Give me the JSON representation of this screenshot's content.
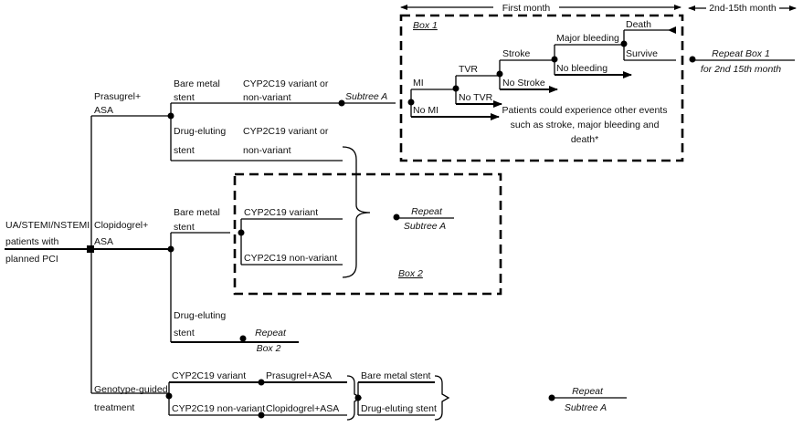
{
  "timeline": {
    "first_month": "First month",
    "later_months": "2nd-15th month"
  },
  "root": {
    "lines": [
      "UA/STEMI/NSTEMI",
      "patients with",
      "planned PCI"
    ]
  },
  "prasugrel": {
    "label": [
      "Prasugrel+",
      "ASA"
    ],
    "bare_metal": [
      "Bare metal",
      "stent"
    ],
    "bare_metal_genotype": [
      "CYP2C19 variant or",
      "non-variant"
    ],
    "subtree": "Subtree A",
    "drug_eluting": [
      "Drug-eluting",
      "stent"
    ],
    "drug_eluting_genotype": [
      "CYP2C19 variant or",
      "non-variant"
    ]
  },
  "clopidogrel": {
    "label": [
      "Clopidogrel+",
      "ASA"
    ],
    "bare_metal": [
      "Bare metal",
      "stent"
    ],
    "variant": "CYP2C19 variant",
    "non_variant": "CYP2C19 non-variant",
    "repeat": [
      "Repeat",
      "Subtree A"
    ],
    "box_label": "Box 2",
    "drug_eluting": [
      "Drug-eluting",
      "stent"
    ],
    "drug_eluting_repeat": [
      "Repeat",
      "Box 2"
    ]
  },
  "genotype": {
    "label": [
      "Genotype-guided",
      "treatment"
    ],
    "variant": "CYP2C19 variant",
    "non_variant": "CYP2C19 non-variant",
    "variant_drug": "Prasugrel+ASA",
    "non_variant_drug": "Clopidogrel+ASA",
    "bare_metal": "Bare metal stent",
    "drug_eluting": "Drug-eluting stent",
    "repeat": [
      "Repeat",
      "Subtree A"
    ]
  },
  "box1": {
    "label": "Box 1",
    "mi": "MI",
    "no_mi": "No MI",
    "tvr": "TVR",
    "no_tvr": "No TVR",
    "stroke": "Stroke",
    "no_stroke": "No Stroke",
    "major_bleeding": "Major bleeding",
    "no_bleeding": "No bleeding",
    "death": "Death",
    "survive": "Survive",
    "note": [
      "Patients could experience other events",
      "such as stroke, major bleeding and",
      "death*"
    ],
    "repeat": [
      "Repeat Box 1",
      "for 2nd 15th month"
    ]
  }
}
